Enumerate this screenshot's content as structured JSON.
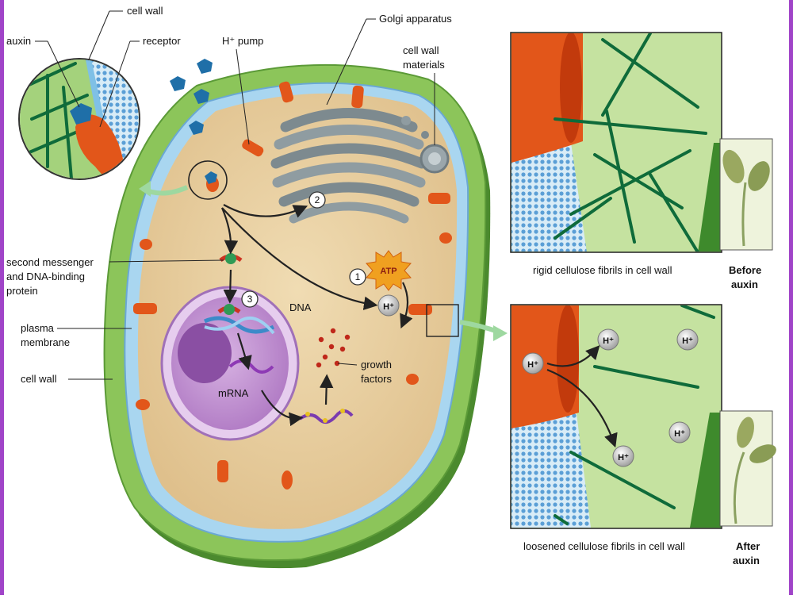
{
  "labels": {
    "cell_wall_top": "cell wall",
    "auxin": "auxin",
    "receptor": "receptor",
    "h_pump": "H⁺ pump",
    "golgi": "Golgi apparatus",
    "cell_wall_materials_1": "cell wall",
    "cell_wall_materials_2": "materials",
    "second_messenger_1": "second messenger",
    "second_messenger_2": "and DNA-binding",
    "second_messenger_3": "protein",
    "plasma_membrane_1": "plasma",
    "plasma_membrane_2": "membrane",
    "cell_wall_left": "cell wall",
    "dna": "DNA",
    "mrna": "mRNA",
    "growth_factors_1": "growth",
    "growth_factors_2": "factors",
    "atp": "ATP",
    "h_plus": "H⁺",
    "rigid_caption": "rigid cellulose fibrils in cell wall",
    "loosened_caption": "loosened cellulose fibrils in cell wall",
    "before_1": "Before",
    "before_2": "auxin",
    "after_1": "After",
    "after_2": "auxin"
  },
  "steps": [
    "1",
    "2",
    "3"
  ],
  "colors": {
    "cell_wall_green": "#7cb84a",
    "cytoplasm": "#e8cfa0",
    "nucleus": "#c79ad6",
    "pump_orange": "#e2561a",
    "auxin_blue": "#1f6fa8",
    "panel_green": "#c5e2a0",
    "fibril": "#0f6b3a",
    "frame_purple": "#a044c8"
  }
}
